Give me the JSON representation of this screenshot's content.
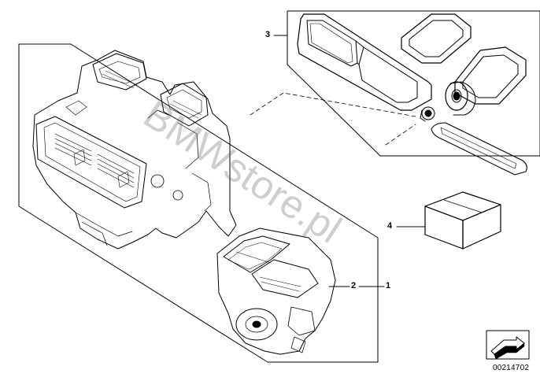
{
  "callouts": {
    "one": "1",
    "two": "2",
    "three": "3",
    "four": "4"
  },
  "catalog_number": "00214702",
  "watermark": "BMWstore.pl",
  "colors": {
    "line": "#000000",
    "paper": "#ffffff",
    "watermark": "#8a8a8a"
  },
  "icons": {
    "nav": "arrow-sheet-icon"
  }
}
